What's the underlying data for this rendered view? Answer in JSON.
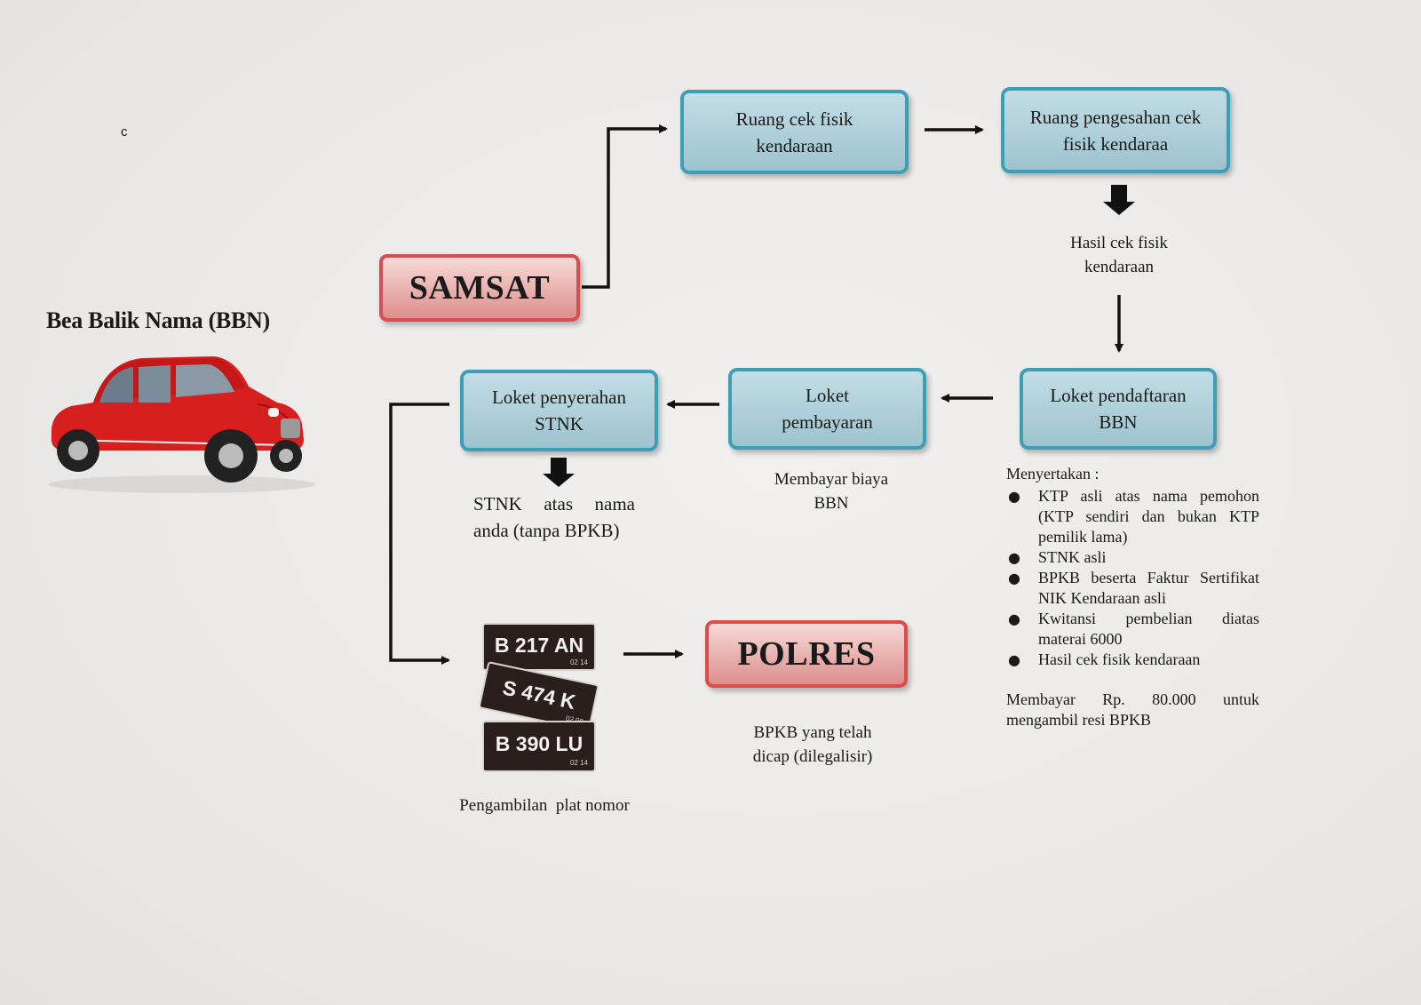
{
  "stray_mark": "c",
  "title": "Bea Balik Nama (BBN)",
  "nodes": {
    "samsat": "SAMSAT",
    "ruang_cek_fisik": [
      "Ruang cek fisik",
      "kendaraan"
    ],
    "ruang_pengesahan": [
      "Ruang pengesahan cek",
      "fisik kendaraa"
    ],
    "hasil_cek": [
      "Hasil cek fisik",
      "kendaraan"
    ],
    "loket_pendaftaran": [
      "Loket pendaftaran",
      "BBN"
    ],
    "loket_pembayaran": [
      "Loket",
      "pembayaran"
    ],
    "loket_penyerahan": [
      "Loket penyerahan",
      "STNK"
    ],
    "polres": "POLRES"
  },
  "labels": {
    "membayar_bbn": [
      "Membayar biaya",
      "BBN"
    ],
    "stnk_note": "STNK atas nama anda (tanpa BPKB)",
    "pengambilan_plat": "Pengambilan  plat nomor",
    "bpkb_dicap": [
      "BPKB yang telah",
      "dicap (dilegalisir)"
    ]
  },
  "requirements": {
    "heading": "Menyertakan :",
    "items": [
      "KTP asli atas nama pemohon (KTP sendiri dan bukan KTP pemilik lama)",
      "STNK asli",
      "BPKB beserta Faktur Sertifikat NIK Kendaraan asli",
      "Kwitansi pembelian diatas materai 6000",
      "Hasil cek fisik kendaraan"
    ],
    "footer": "Membayar Rp. 80.000 untuk mengambil resi BPKB"
  },
  "plates": [
    {
      "number": "B 217 AN",
      "date": "02 14"
    },
    {
      "number": "S 474 K",
      "date": "02 09"
    },
    {
      "number": "B 390 LU",
      "date": "02 14"
    }
  ],
  "colors": {
    "blue_border": "#3d9fb6",
    "blue_fill": "#a9cad4",
    "red_border": "#d94d4d",
    "red_fill": "#e6aaa6",
    "car_body": "#d81f1f",
    "plate": "#2a1f1c"
  },
  "icons": {
    "car": "red-vintage-car-illustration",
    "plates": "license-plates-illustration"
  }
}
